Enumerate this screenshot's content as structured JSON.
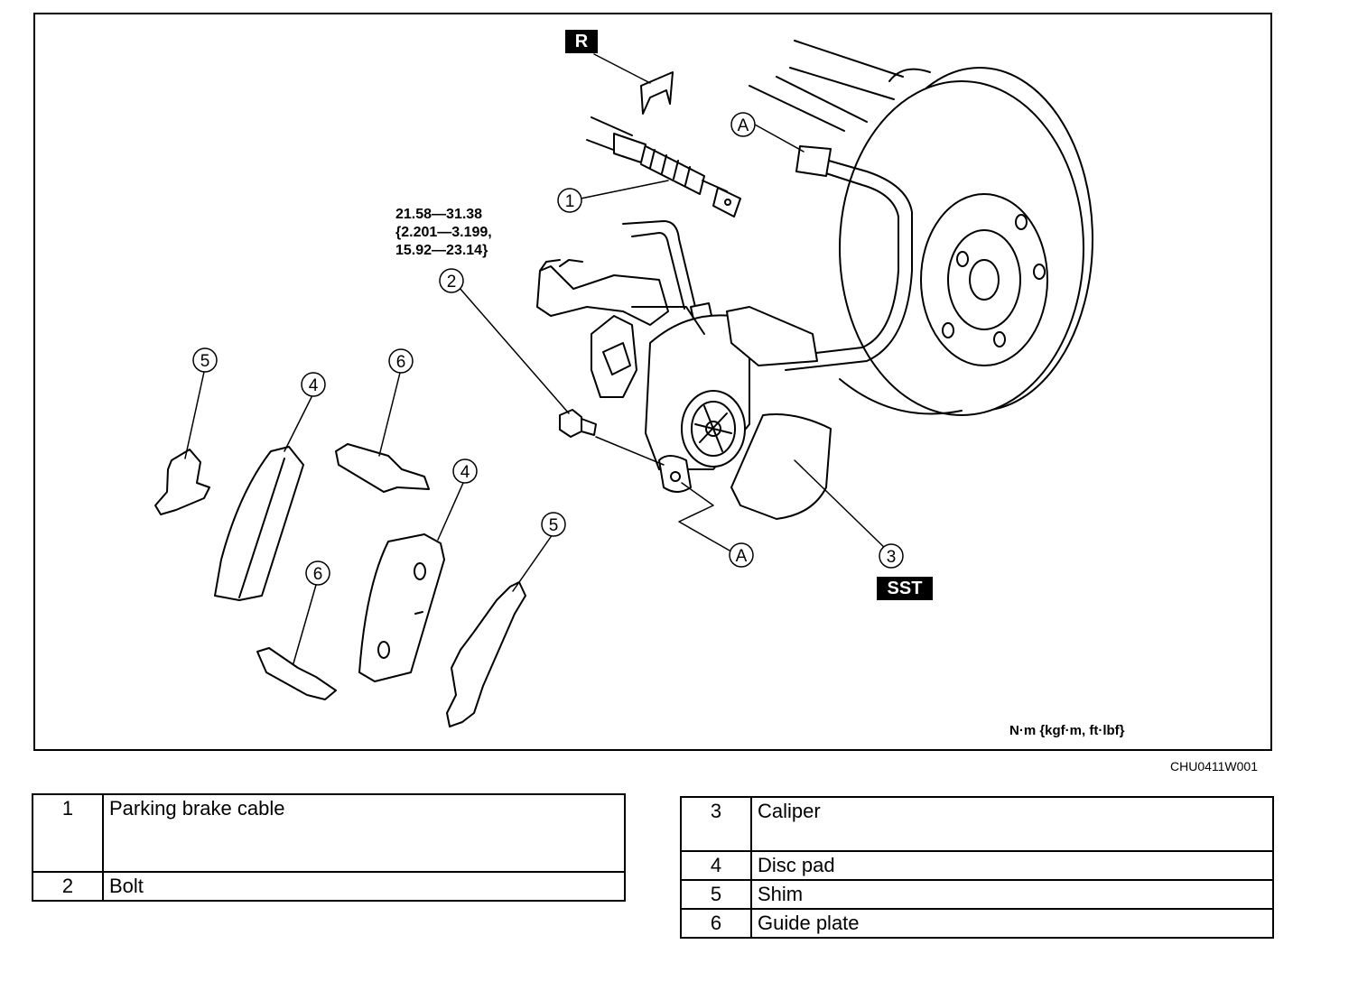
{
  "diagram": {
    "tags": {
      "replace": "R",
      "special_tool": "SST"
    },
    "torque_spec": {
      "line1": "21.58—31.38",
      "line2": "{2.201—3.199,",
      "line3": "15.92—23.14}"
    },
    "callouts": {
      "c1": "1",
      "c2": "2",
      "c3": "3",
      "c4a": "4",
      "c4b": "4",
      "c5a": "5",
      "c5b": "5",
      "c6a": "6",
      "c6b": "6",
      "ca1": "A",
      "ca2": "A"
    },
    "units_note": "N·m {kgf·m, ft·lbf}",
    "figure_code": "CHU0411W001"
  },
  "legend_left": [
    {
      "num": "1",
      "label": "Parking brake cable"
    },
    {
      "num": "2",
      "label": "Bolt"
    }
  ],
  "legend_right": [
    {
      "num": "3",
      "label": "Caliper"
    },
    {
      "num": "4",
      "label": "Disc pad"
    },
    {
      "num": "5",
      "label": "Shim"
    },
    {
      "num": "6",
      "label": "Guide plate"
    }
  ]
}
